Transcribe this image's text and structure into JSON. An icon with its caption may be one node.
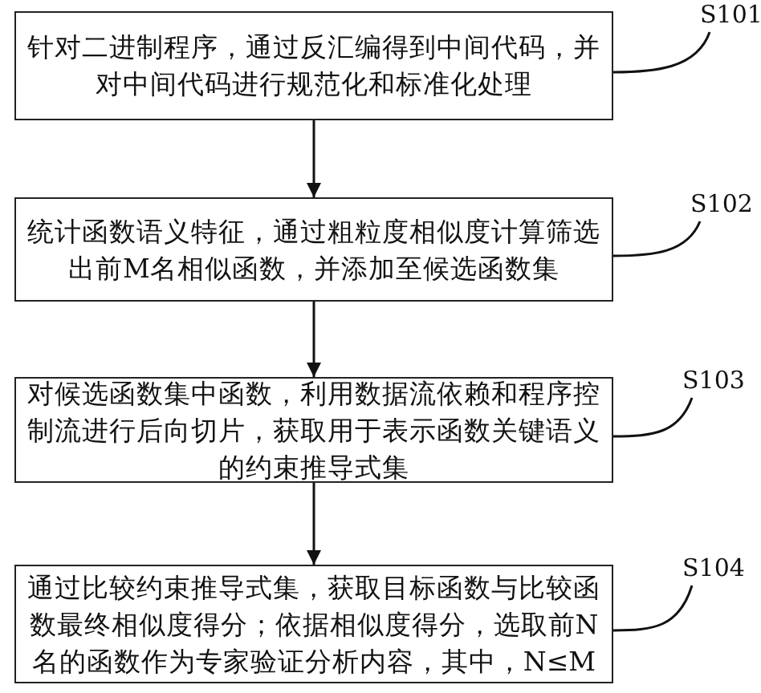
{
  "diagram": {
    "nodes": [
      {
        "text": [
          "针对二进制程序，通过反汇编得到中间代码，并对中间代码进行规范化和标准化处理"
        ]
      },
      {
        "text": [
          "统计函数语义特征，通过粗粒度相似度计算筛选出前M名相似函数，并添加至候选函数集"
        ]
      },
      {
        "text": [
          "对候选函数集中函数，利用数据流依赖和程序控制流进行后向切片，获取用于表示函数关键语义的约束推导式集"
        ]
      },
      {
        "text": [
          "通过比较约束推导式集，获取目标函数与比较函数最终相似度得分；依据相似度得分，选取前N名的函数作为专家验证分析内容，其中，N≤M"
        ]
      },
      {
        "text": [
          "S101"
        ]
      },
      {
        "text": [
          "S102"
        ]
      },
      {
        "text": [
          "S103"
        ]
      },
      {
        "text": [
          "S104"
        ]
      }
    ],
    "edges": [
      {
        "from": 0,
        "to": 1,
        "arrow": "to"
      },
      {
        "from": 1,
        "to": 2,
        "arrow": "to"
      },
      {
        "from": 2,
        "to": 3,
        "arrow": "to"
      },
      {
        "from": 4,
        "to": 0,
        "arrow": "none"
      },
      {
        "from": 5,
        "to": 1,
        "arrow": "none"
      },
      {
        "from": 6,
        "to": 2,
        "arrow": "none"
      },
      {
        "from": 7,
        "to": 3,
        "arrow": "none"
      }
    ]
  }
}
